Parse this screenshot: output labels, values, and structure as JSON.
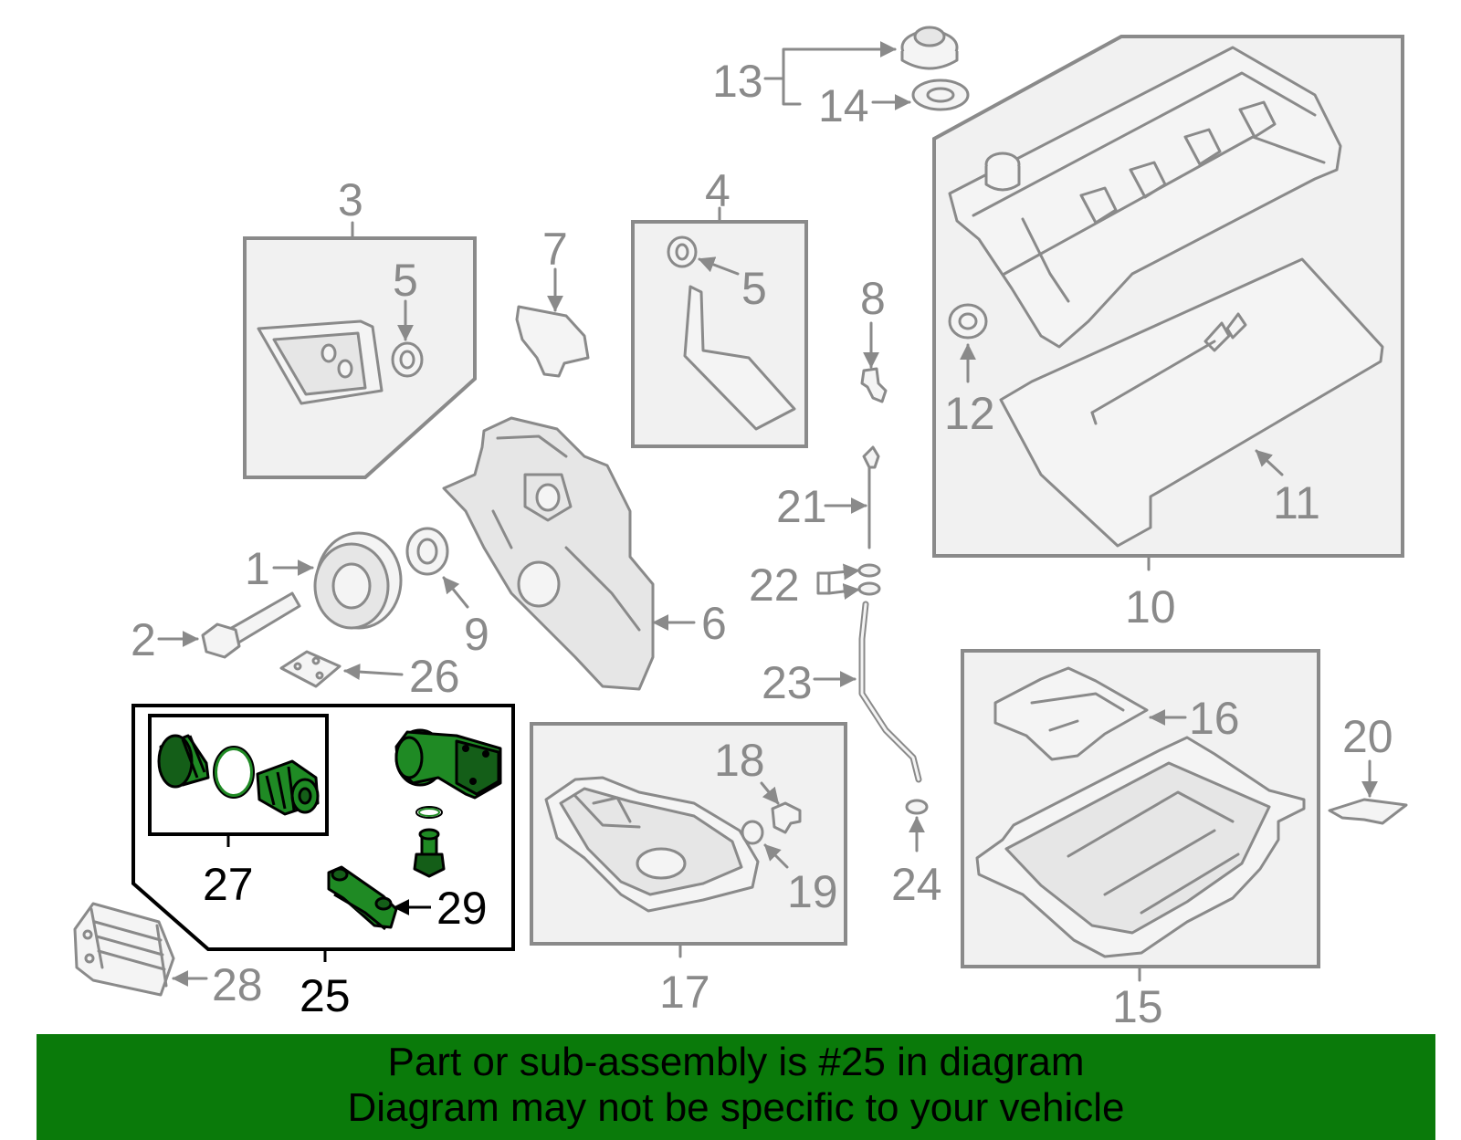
{
  "colors": {
    "banner_bg": "#0a7a0a",
    "highlight_part": "#1f8a24",
    "part_line": "#8a8a8a",
    "box_fill": "#f1f1f1"
  },
  "callouts": {
    "c1": "1",
    "c2": "2",
    "c3": "3",
    "c4": "4",
    "c5a": "5",
    "c5b": "5",
    "c6": "6",
    "c7": "7",
    "c8": "8",
    "c9": "9",
    "c10": "10",
    "c11": "11",
    "c12": "12",
    "c13": "13",
    "c14": "14",
    "c15": "15",
    "c16": "16",
    "c17": "17",
    "c18": "18",
    "c19": "19",
    "c20": "20",
    "c21": "21",
    "c22": "22",
    "c23": "23",
    "c24": "24",
    "c25": "25",
    "c26": "26",
    "c27": "27",
    "c28": "28",
    "c29": "29"
  },
  "banner": {
    "line1": "Part or sub-assembly is #25 in diagram",
    "line2": "Diagram may not be specific to your vehicle"
  }
}
